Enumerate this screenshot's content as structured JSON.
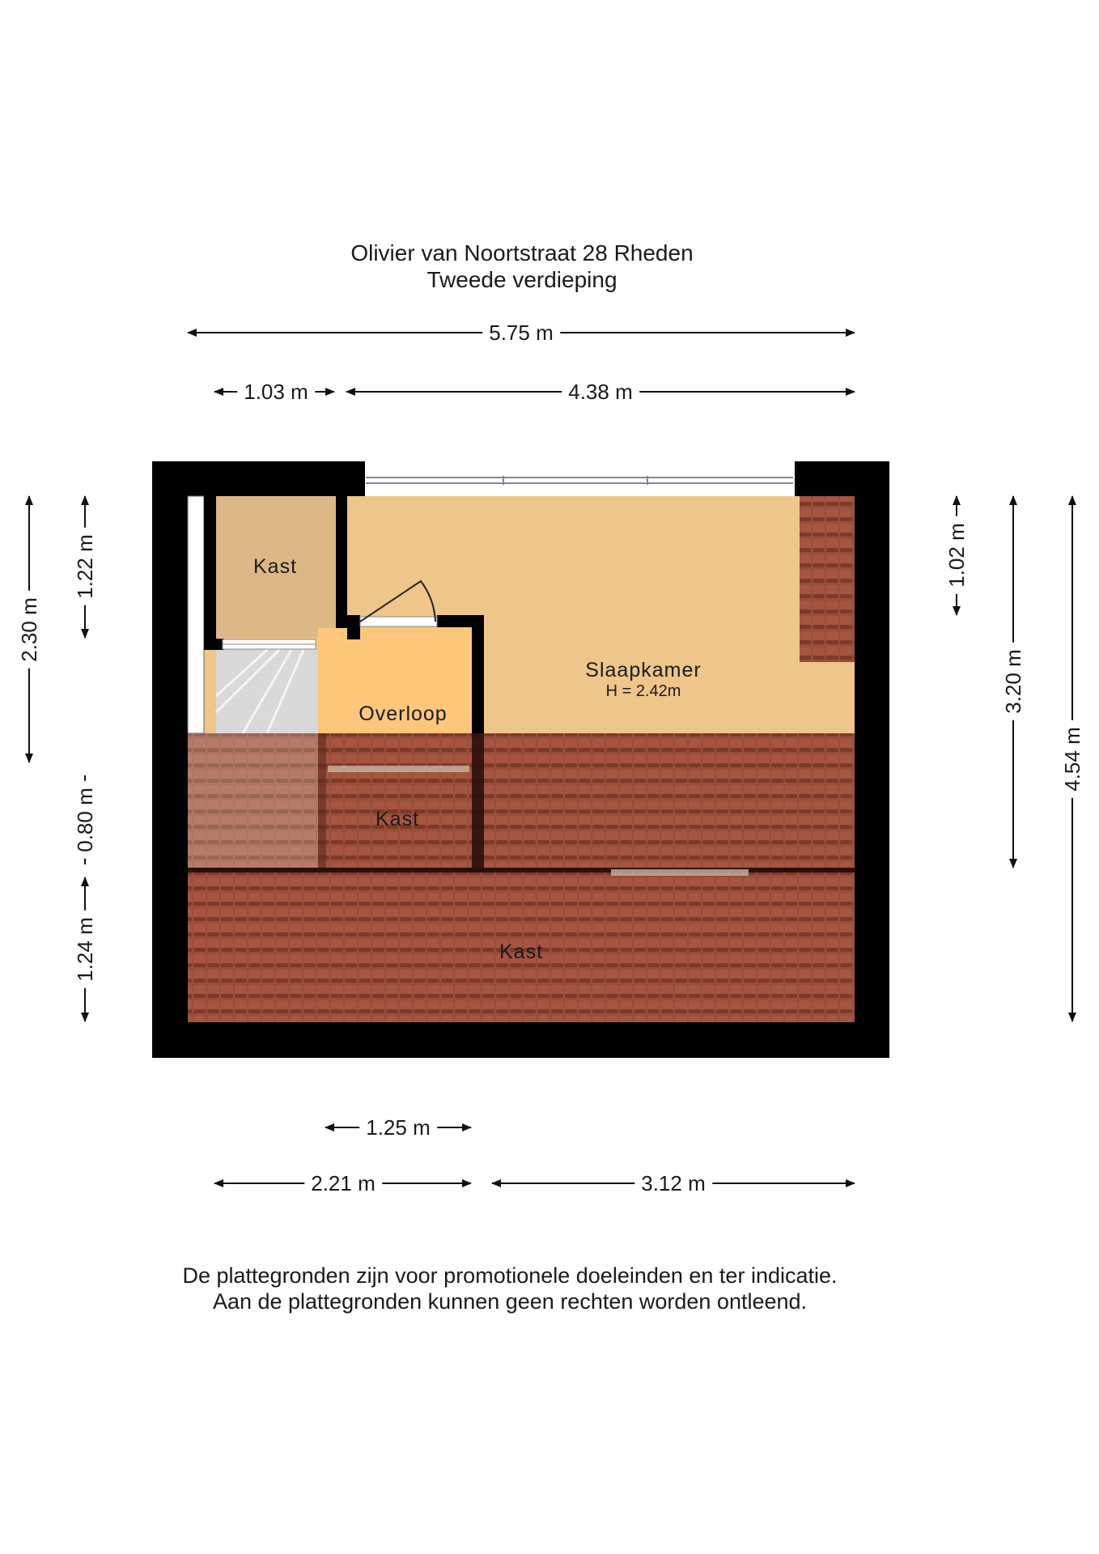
{
  "header": {
    "address": "Olivier van Noortstraat 28 Rheden",
    "floor": "Tweede verdieping"
  },
  "rooms": {
    "kast_top": "Kast",
    "slaapkamer": "Slaapkamer",
    "slaapkamer_height": "H = 2.42m",
    "overloop": "Overloop",
    "kast_middle": "Kast",
    "kast_bottom": "Kast"
  },
  "dimensions": {
    "top_total": "5.75 m",
    "top_left": "1.03 m",
    "top_right": "4.38 m",
    "left_outer": "2.30 m",
    "left_inner_top": "1.22 m",
    "left_inner_mid": "0.80 m",
    "left_inner_bottom": "1.24 m",
    "right_inner": "1.02 m",
    "right_mid": "3.20 m",
    "right_outer": "4.54 m",
    "bottom_top": "1.25 m",
    "bottom_left": "2.21 m",
    "bottom_right": "3.12 m"
  },
  "footer": {
    "line1": "De plattegronden zijn voor promotionele doeleinden en ter indicatie.",
    "line2": "Aan de plattegronden kunnen geen rechten worden ontleend."
  },
  "colors": {
    "wall": "#000000",
    "slaapkamer": "#eec68a",
    "kast_top": "#ddb887",
    "overloop": "#fcc77b",
    "roof_tile": "#9a4d3a",
    "stairs": "#d9d9d9"
  }
}
